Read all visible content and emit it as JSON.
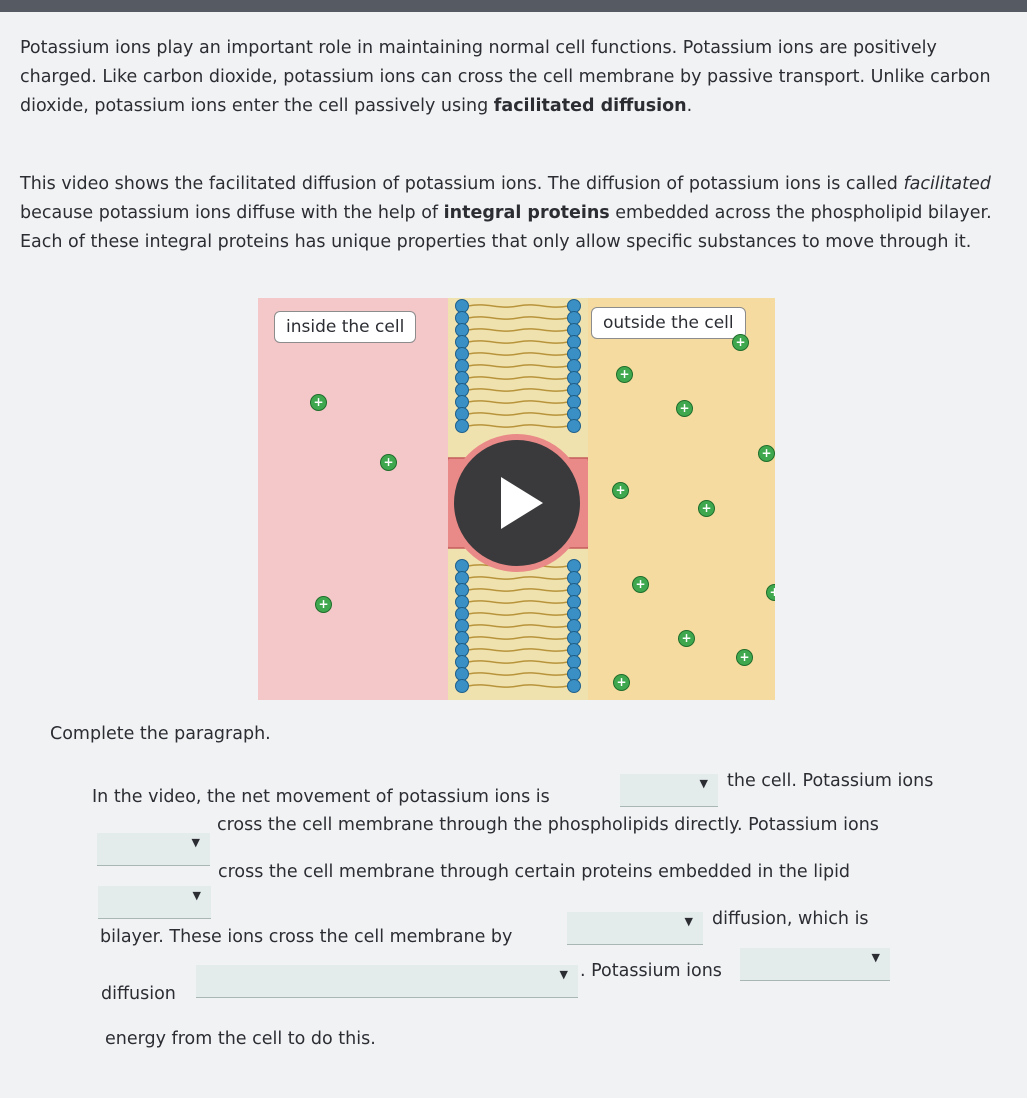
{
  "intro": {
    "p1": {
      "text": "Potassium ions play an important role in maintaining normal cell functions. Potassium ions are positively charged. Like carbon dioxide, potassium ions can cross the cell membrane by passive transport. Unlike carbon dioxide, potassium ions enter the cell passively using ",
      "bold": "facilitated diffusion",
      "end": "."
    },
    "p2": {
      "a": "This video shows the facilitated diffusion of potassium ions. The diffusion of potassium ions is called ",
      "italic": "facilitated",
      "b": " because potassium ions diffuse with the help of ",
      "bold": "integral proteins",
      "c": " embedded across the phospholipid bilayer. Each of these integral proteins has unique properties that only allow specific substances to move through it."
    }
  },
  "video": {
    "inside_label": "inside the cell",
    "outside_label": "outside the cell",
    "ion_symbol": "+",
    "colors": {
      "inside": "#f4c7c9",
      "outside": "#f5dba0",
      "phospholipid_head": "#3a8fc4",
      "channel_protein": "#e98a88",
      "ion": "#3fa84f"
    }
  },
  "question": {
    "instruction": "Complete the paragraph.",
    "line1_a": "In the video, the net movement of potassium ions is",
    "line1_b": "the cell. Potassium ions",
    "line2": "cross the cell membrane through the phospholipids directly. Potassium ions",
    "line3": "cross the cell membrane through certain proteins embedded in the lipid",
    "line4_a": "bilayer. These ions cross the cell membrane by",
    "line4_b": "diffusion, which is",
    "line5_a": "diffusion",
    "line5_b": ". Potassium ions",
    "line6": "energy from the cell to do this.",
    "dropdown_arrow": "▼"
  }
}
